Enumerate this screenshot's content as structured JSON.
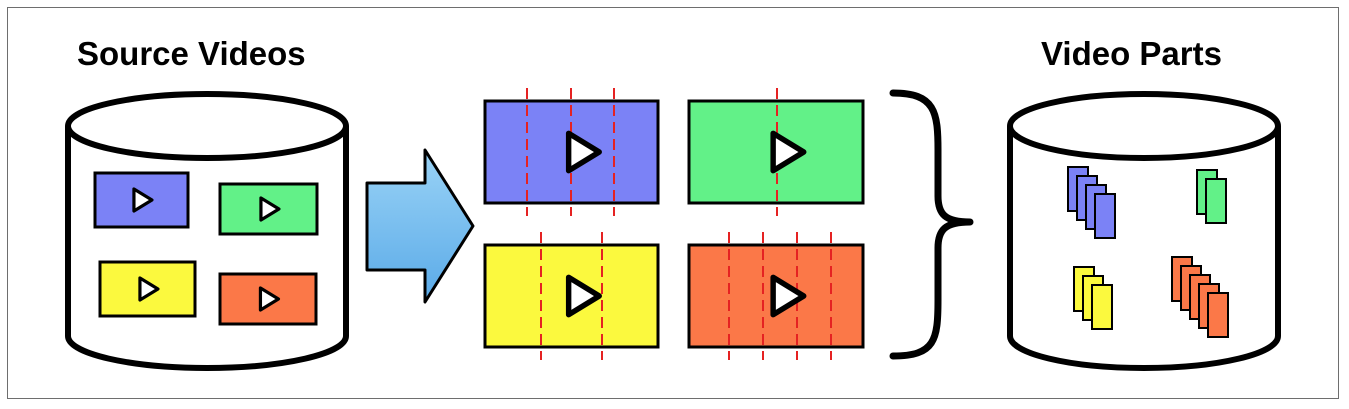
{
  "labels": {
    "source_title": "Source Videos",
    "parts_title": "Video Parts"
  },
  "colors": {
    "blue": "#7b82f6",
    "green": "#62f188",
    "yellow": "#fbf93e",
    "orange": "#fb7848",
    "cut_line": "#e52222",
    "arrow_light": "#9ad3f6",
    "arrow_dark": "#5aaae8",
    "outline": "#000000",
    "frame": "#6e6e6e"
  },
  "icons": {
    "video_thumbnail": "play-icon",
    "arrow": "right-arrow-icon",
    "grouping": "curly-brace-icon",
    "store": "database-cylinder-icon"
  },
  "source_videos": [
    {
      "color": "blue"
    },
    {
      "color": "green"
    },
    {
      "color": "yellow"
    },
    {
      "color": "orange"
    }
  ],
  "split_videos": [
    {
      "color": "blue",
      "cuts": 3
    },
    {
      "color": "green",
      "cuts": 1
    },
    {
      "color": "yellow",
      "cuts": 2
    },
    {
      "color": "orange",
      "cuts": 4
    }
  ],
  "video_parts": [
    {
      "color": "blue",
      "count": 4
    },
    {
      "color": "green",
      "count": 2
    },
    {
      "color": "yellow",
      "count": 3
    },
    {
      "color": "orange",
      "count": 5
    }
  ]
}
